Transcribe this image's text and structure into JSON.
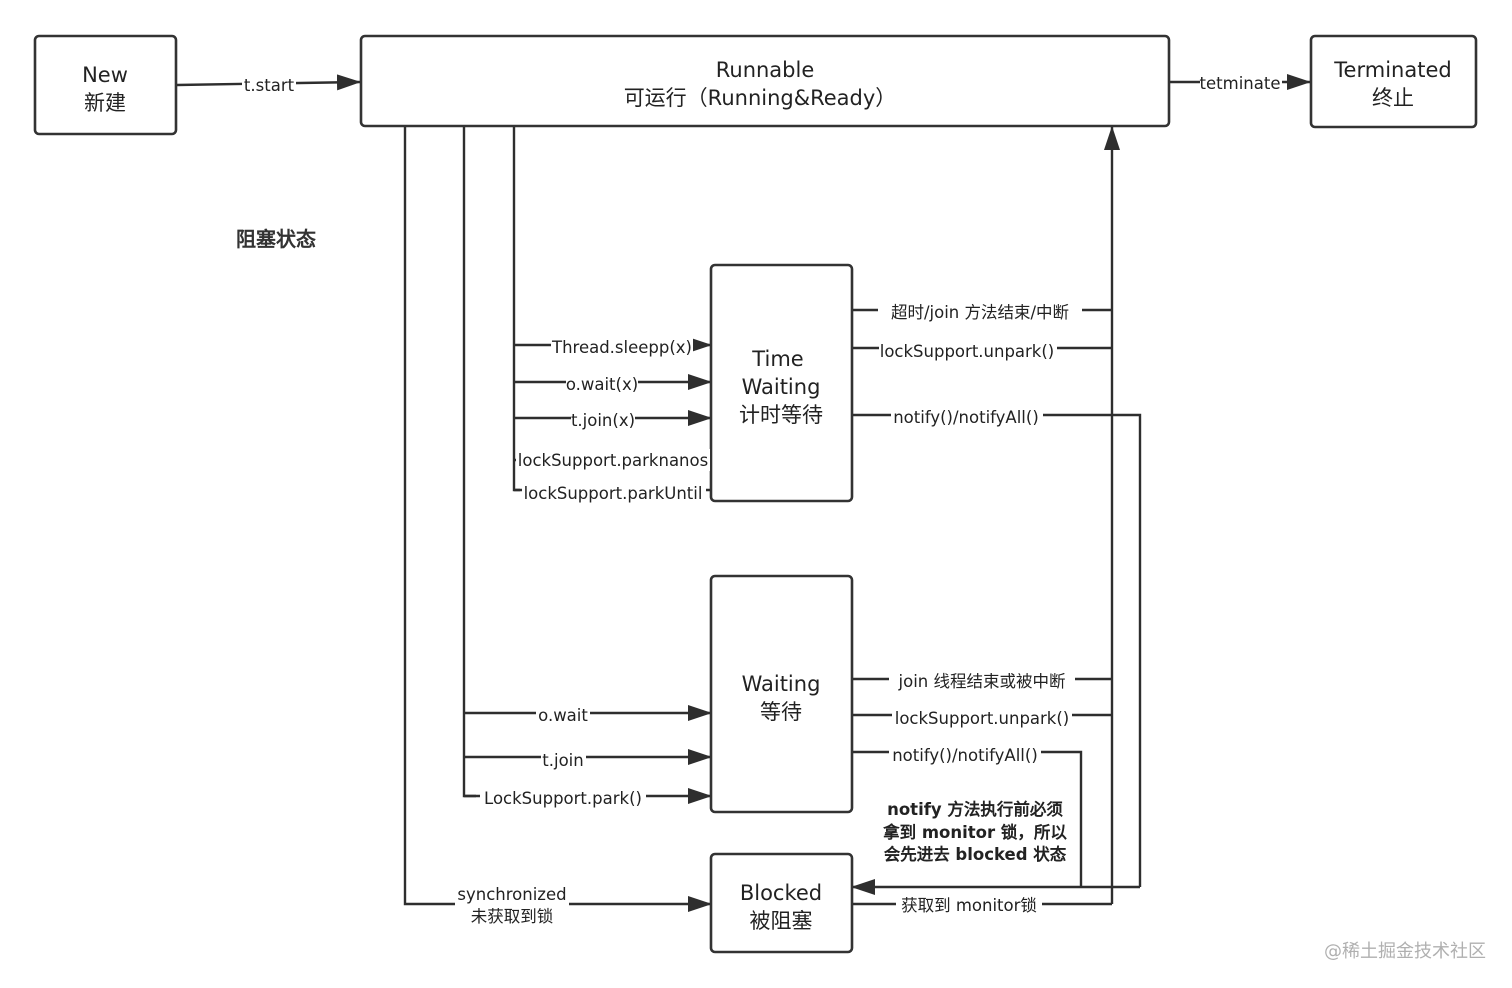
{
  "states": {
    "new": [
      "New",
      "新建"
    ],
    "runnable": [
      "Runnable",
      "可运行（Running&Ready）"
    ],
    "terminated": [
      "Terminated",
      "终止"
    ],
    "time_waiting": [
      "Time",
      "Waiting",
      "计时等待"
    ],
    "waiting": [
      "Waiting",
      "等待"
    ],
    "blocked": [
      "Blocked",
      "被阻塞"
    ]
  },
  "section_label": "阻塞状态",
  "edges": {
    "t_start": "t.start",
    "tetminate": "tetminate",
    "sleep": "Thread.sleepp(x)",
    "o_wait_x": "o.wait(x)",
    "t_join_x": "t.join(x)",
    "park_nanos": "lockSupport.parknanos",
    "park_until": "lockSupport.parkUntil",
    "tw_timeout": "超时/join 方法结束/中断",
    "tw_unpark": "lockSupport.unpark()",
    "tw_notify": "notify()/notifyAll()",
    "o_wait": "o.wait",
    "t_join": "t.join",
    "lock_park": "LockSupport.park()",
    "w_join_end": "join 线程结束或被中断",
    "w_unpark": "lockSupport.unpark()",
    "w_notify": "notify()/notifyAll()",
    "synchronized": [
      "synchronized",
      "未获取到锁"
    ],
    "get_monitor": "获取到 monitor锁"
  },
  "note": [
    "notify 方法执行前必须",
    "拿到 monitor 锁，所以",
    "会先进去 blocked 状态"
  ],
  "watermark": "@稀土掘金技术社区"
}
